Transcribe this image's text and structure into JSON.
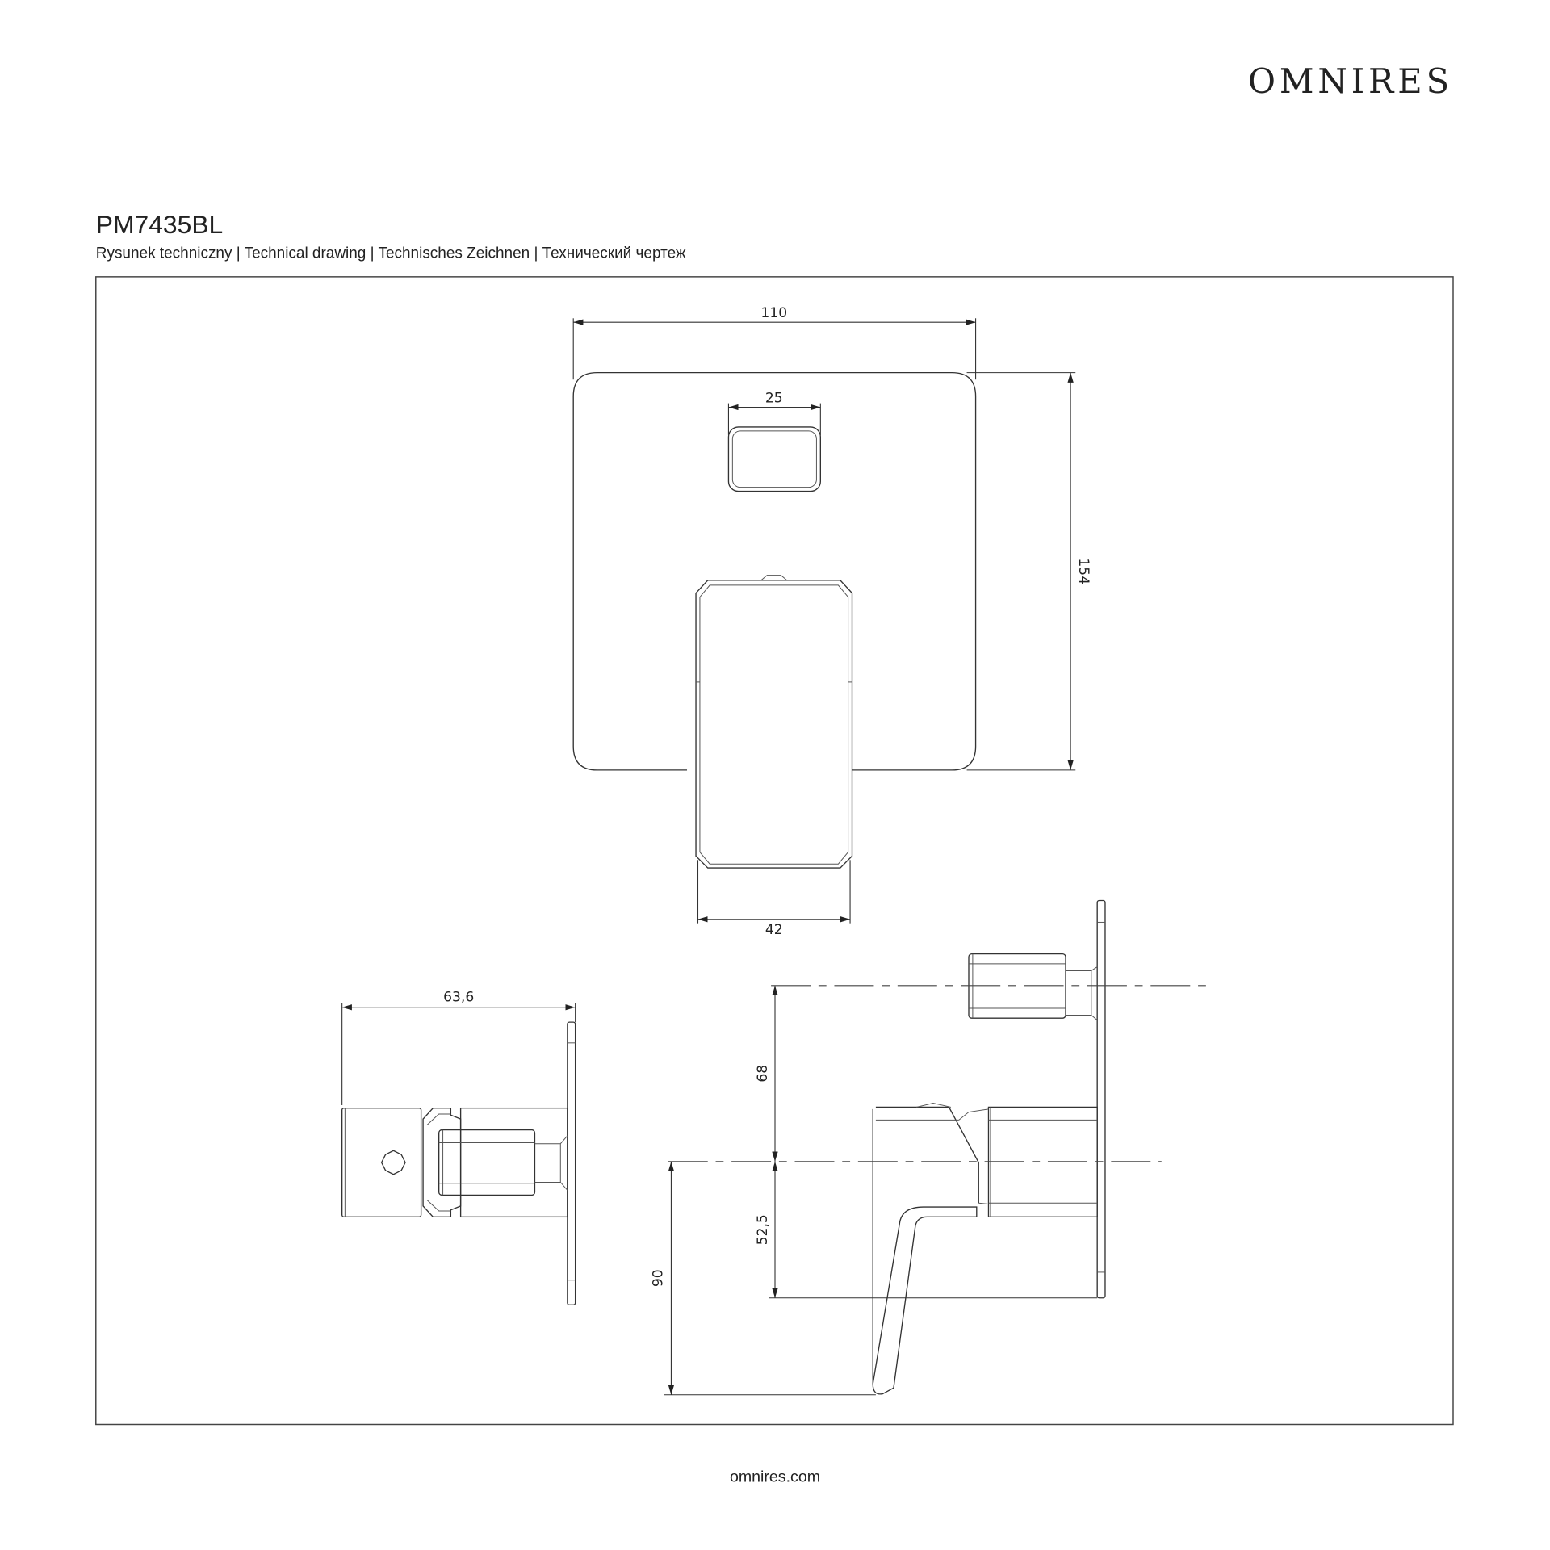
{
  "header": {
    "brand": "OMNIRES"
  },
  "product": {
    "code": "PM7435BL",
    "subtitle": "Rysunek techniczny | Technical drawing | Technisches Zeichnen | Технический чертеж"
  },
  "dimensions": {
    "plate_width": "110",
    "button_width": "25",
    "plate_height": "154",
    "lever_width": "42",
    "side_depth": "63,6",
    "axis_spacing": "68",
    "lever_axis_to_plate_bottom": "52,5",
    "lever_length": "90"
  },
  "footer": {
    "website": "omnires.com"
  }
}
